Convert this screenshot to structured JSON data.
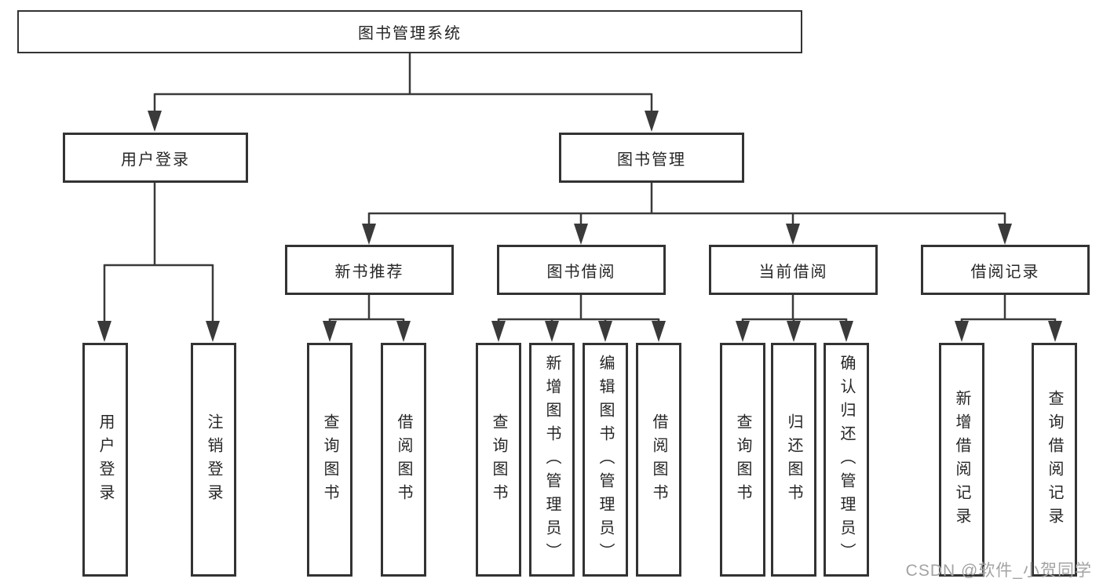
{
  "tree": {
    "root": {
      "label": "图书管理系统"
    },
    "level2": [
      {
        "label": "用户登录",
        "children": [
          {
            "label": "用户登录"
          },
          {
            "label": "注销登录"
          }
        ]
      },
      {
        "label": "图书管理",
        "groups": [
          {
            "label": "新书推荐",
            "children": [
              {
                "label": "查询图书"
              },
              {
                "label": "借阅图书"
              }
            ]
          },
          {
            "label": "图书借阅",
            "children": [
              {
                "label": "查询图书"
              },
              {
                "label": "新增图书（管理员）"
              },
              {
                "label": "编辑图书（管理员）"
              },
              {
                "label": "借阅图书"
              }
            ]
          },
          {
            "label": "当前借阅",
            "children": [
              {
                "label": "查询图书"
              },
              {
                "label": "归还图书"
              },
              {
                "label": "确认归还（管理员）"
              }
            ]
          },
          {
            "label": "借阅记录",
            "children": [
              {
                "label": "新增借阅记录"
              },
              {
                "label": "查询借阅记录"
              }
            ]
          }
        ]
      }
    ]
  },
  "watermark": {
    "text": "CSDN @软件_小贺同学"
  },
  "colors": {
    "line": "#3a3a3a",
    "border": "#333333",
    "text": "#262626",
    "watermark": "#a3a3a3",
    "background": "#ffffff"
  }
}
